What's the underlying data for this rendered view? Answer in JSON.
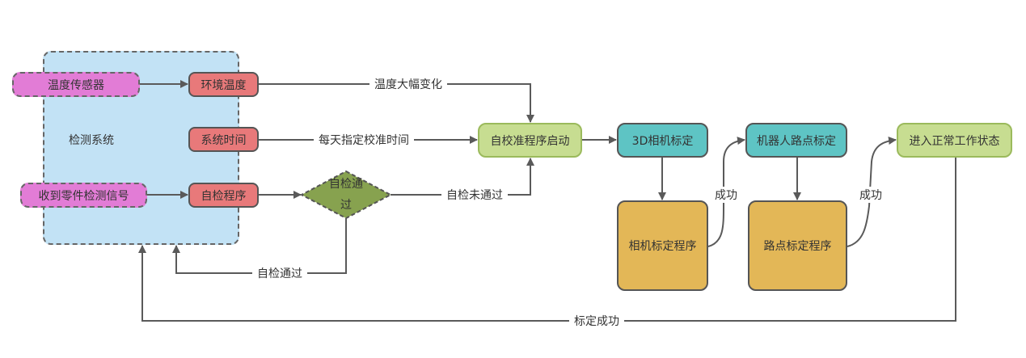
{
  "diagram": {
    "container": {
      "label": "检测系统"
    },
    "nodes": {
      "temp_sensor": "温度传感器",
      "env_temp": "环境温度",
      "sys_time": "系统时间",
      "part_signal": "收到零件检测信号",
      "self_check": "自检程序",
      "decision": "自检通过",
      "calib_start": "自校准程序启动",
      "cam_calib": "3D相机标定",
      "cam_calib_prog": "相机标定程序",
      "robot_calib": "机器人路点标定",
      "waypoint_prog": "路点标定程序",
      "normal_state": "进入正常工作状态"
    },
    "edges": {
      "temp_change": "温度大幅变化",
      "daily_time": "每天指定校准时间",
      "check_fail": "自检未通过",
      "check_pass": "自检通过",
      "success_1": "成功",
      "success_2": "成功",
      "calib_success": "标定成功"
    },
    "colors": {
      "container": "#c2e2f5",
      "sensor": "#e27cd6",
      "data_node": "#e8797a",
      "decision": "#87a24f",
      "start": "#c7dd91",
      "calibration": "#5ec4c4",
      "program": "#e3b757",
      "line": "#5a5a5a"
    }
  }
}
